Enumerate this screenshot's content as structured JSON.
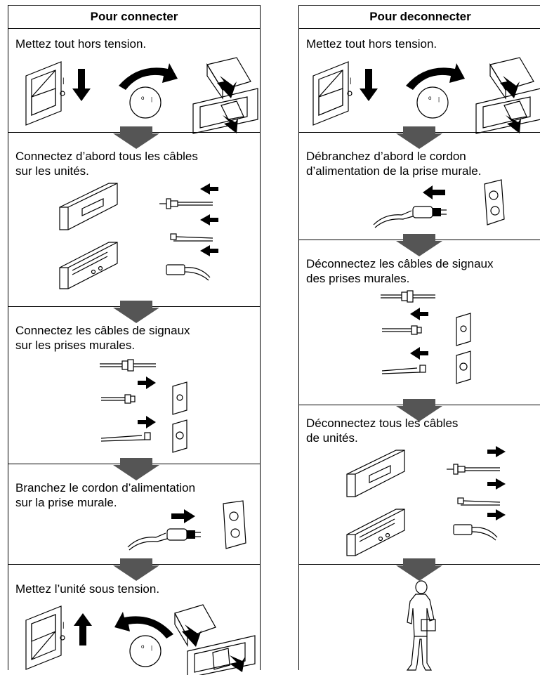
{
  "left": {
    "title": "Pour connecter",
    "steps": [
      "Mettez tout hors tension.",
      "Connectez d’abord tous les câbles\nsur les unités.",
      "Connectez les câbles de signaux\nsur les prises murales.",
      "Branchez le cordon d’alimentation\nsur la prise murale.",
      "Mettez l’unité sous tension."
    ]
  },
  "right": {
    "title": "Pour deconnecter",
    "steps": [
      "Mettez tout hors tension.",
      "Débranchez d’abord le cordon\nd’alimentation de la prise murale.",
      "Déconnectez les câbles de signaux\ndes prises murales.",
      "Déconnectez tous les câbles\nde unités."
    ]
  }
}
